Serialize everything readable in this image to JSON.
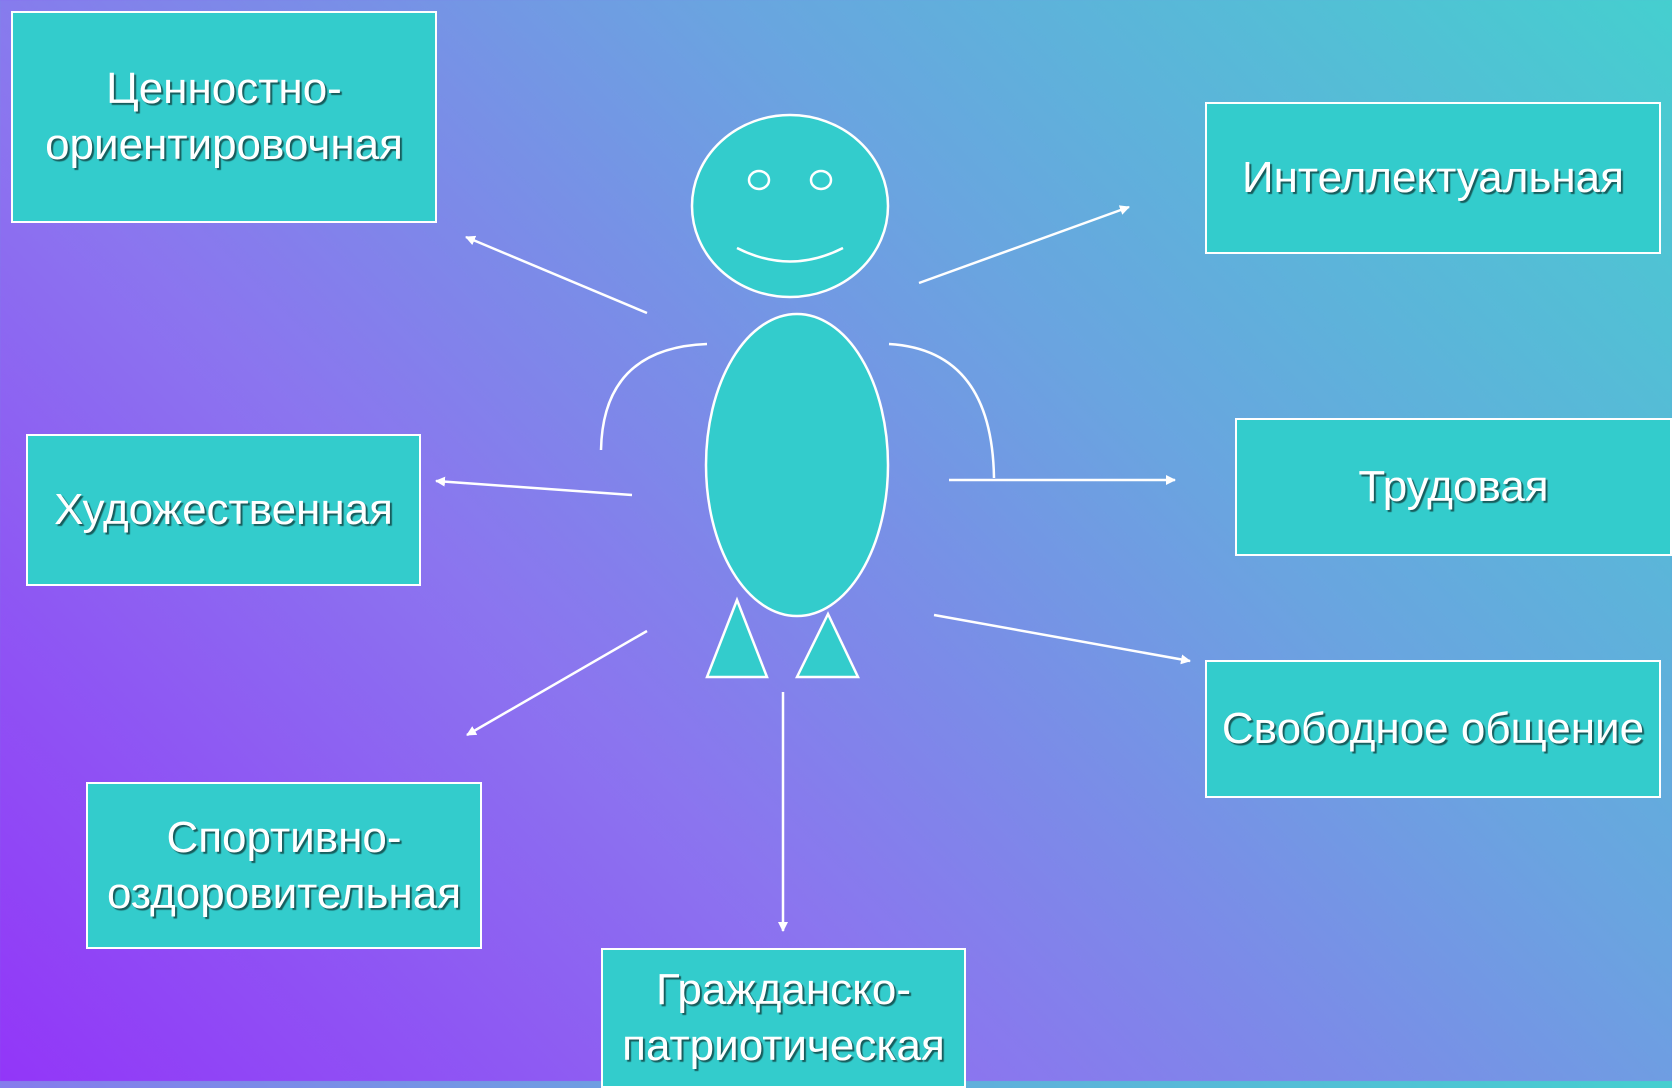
{
  "colors": {
    "box_fill": "#33cccc",
    "stroke": "#ffffff",
    "background_start": "#9236f8",
    "background_end": "#45cfcf"
  },
  "activities": {
    "value_orientation": [
      "Ценностно-",
      "ориентировочная"
    ],
    "intellectual": [
      "Интеллектуальная"
    ],
    "artistic": [
      "Художественная"
    ],
    "labor": [
      "Трудовая"
    ],
    "free_communication": [
      "Свободное общение"
    ],
    "sports_health": [
      "Спортивно-",
      "оздоровительная"
    ],
    "civic_patriotic": [
      "Гражданско-",
      "патриотическая"
    ]
  },
  "figure": {
    "icon": "stick-figure-person",
    "face": "smiling"
  }
}
